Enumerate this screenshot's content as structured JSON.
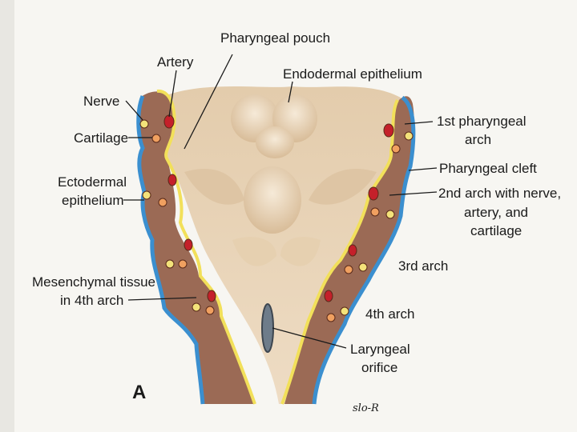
{
  "labels": {
    "pharyngeal_pouch": "Pharyngeal pouch",
    "artery": "Artery",
    "endodermal_epithelium": "Endodermal epithelium",
    "nerve": "Nerve",
    "cartilage": "Cartilage",
    "ectodermal": [
      "Ectodermal",
      "epithelium"
    ],
    "first_arch": [
      "1st pharyngeal",
      "arch"
    ],
    "pharyngeal_cleft": "Pharyngeal cleft",
    "second_arch": [
      "2nd arch with nerve,",
      "artery, and",
      "cartilage"
    ],
    "third_arch": "3rd arch",
    "mesenchymal": [
      "Mesenchymal tissue",
      "in 4th arch"
    ],
    "fourth_arch": "4th arch",
    "laryngeal_orifice": [
      "Laryngeal",
      "orifice"
    ],
    "panel": "A",
    "signature": "slo-R"
  },
  "colors": {
    "mesenchyme": "#9b6a55",
    "ectoderm": "#3b8fcf",
    "endoderm": "#f2e05a",
    "artery": "#c4202a",
    "nerve": "#f3e27a",
    "cartilage": "#f0a060",
    "lumen": "#e9d4b8"
  }
}
